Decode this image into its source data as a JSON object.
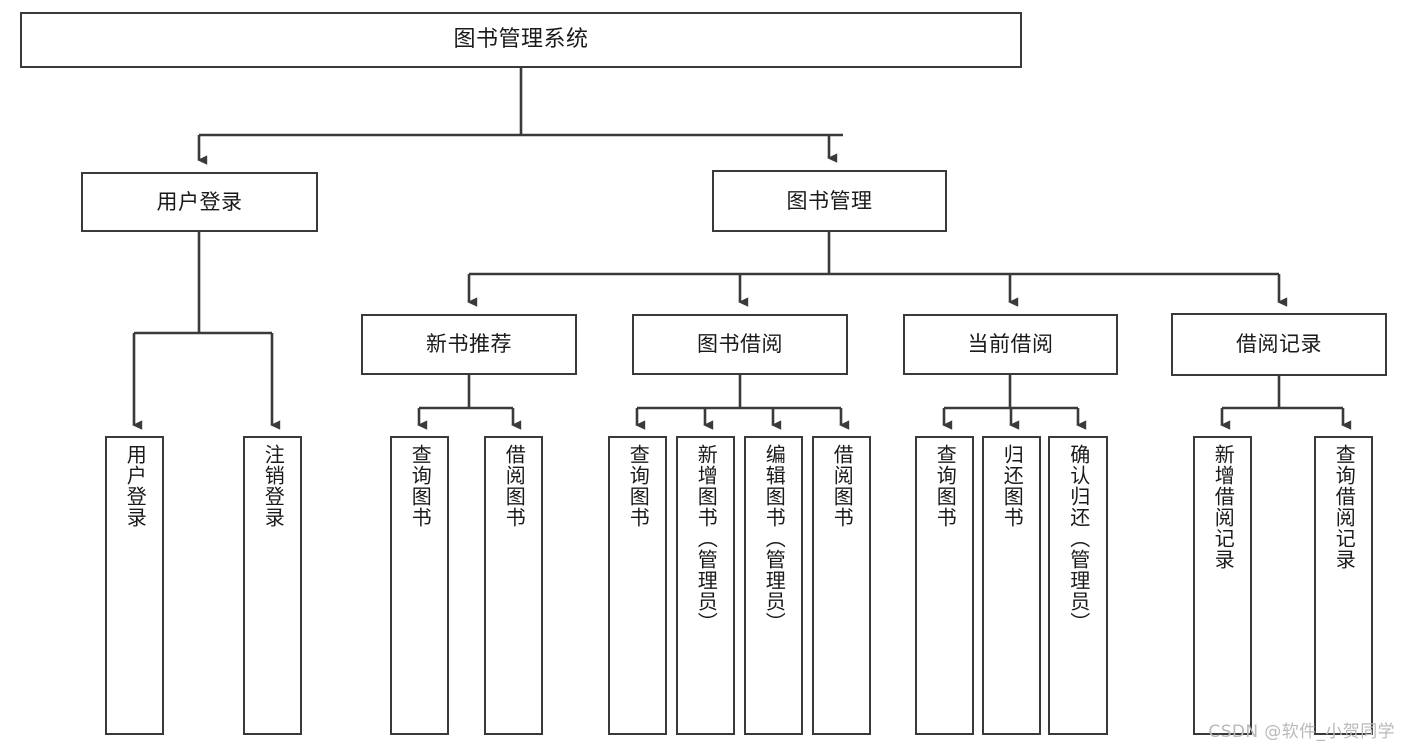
{
  "diagram": {
    "title": "图书管理系统",
    "watermark": "CSDN @软件_小贺同学",
    "levels": {
      "root": {
        "label": "图书管理系统"
      },
      "level1": [
        {
          "label": "用户登录"
        },
        {
          "label": "图书管理"
        }
      ],
      "level2": [
        {
          "label": "新书推荐"
        },
        {
          "label": "图书借阅"
        },
        {
          "label": "当前借阅"
        },
        {
          "label": "借阅记录"
        }
      ],
      "leaves": {
        "user_login": [
          {
            "label": "用户登录"
          },
          {
            "label": "注销登录"
          }
        ],
        "new_book_recommend": [
          {
            "label": "查询图书"
          },
          {
            "label": "借阅图书"
          }
        ],
        "book_borrow": [
          {
            "label": "查询图书"
          },
          {
            "label": "新增图书（管理员）"
          },
          {
            "label": "编辑图书（管理员）"
          },
          {
            "label": "借阅图书"
          }
        ],
        "current_borrow": [
          {
            "label": "查询图书"
          },
          {
            "label": "归还图书"
          },
          {
            "label": "确认归还（管理员）"
          }
        ],
        "borrow_record": [
          {
            "label": "新增借阅记录"
          },
          {
            "label": "查询借阅记录"
          }
        ]
      }
    },
    "colors": {
      "stroke": "#3a3a3a",
      "background": "#ffffff",
      "text": "#1a1a1a",
      "watermark": "#b9b9b9"
    }
  }
}
